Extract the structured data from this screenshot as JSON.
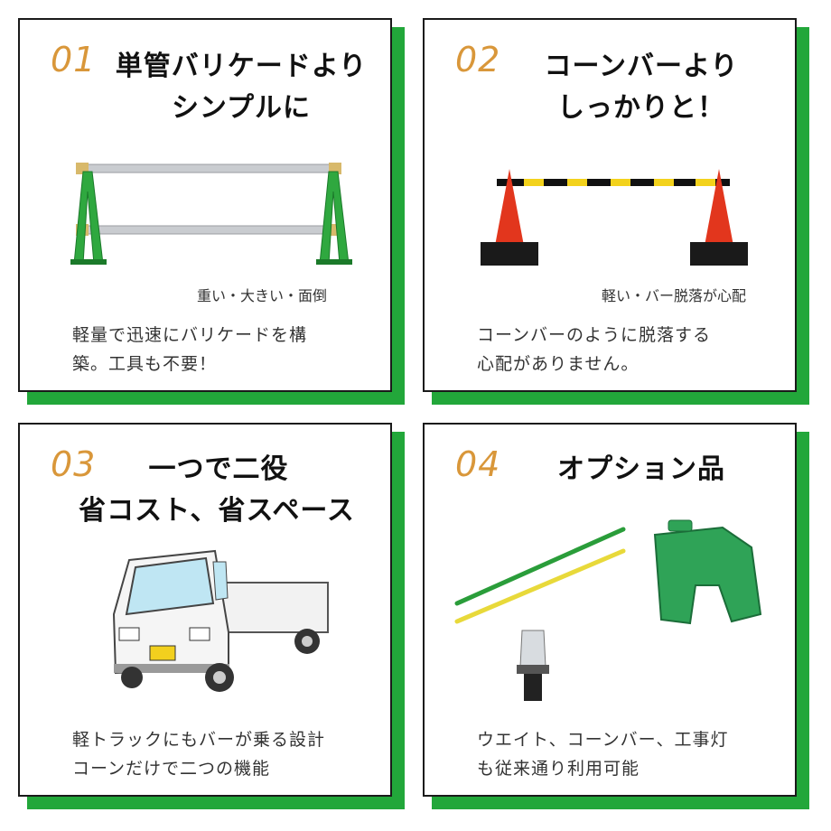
{
  "colors": {
    "green": "#22a73a",
    "orange": "#d9973a",
    "cone": "#e2361d"
  },
  "cards": [
    {
      "number": "01",
      "title_line1": "単管バリケードより",
      "title_line2": "シンプルに",
      "caption": "重い・大きい・面倒",
      "body_line1": "軽量で迅速にバリケードを構",
      "body_line2": "築。工具も不要！",
      "image_icon": "pipe-barricade-icon"
    },
    {
      "number": "02",
      "title_line1": "コーンバーより",
      "title_line2": "しっかりと！",
      "caption": "軽い・バー脱落が心配",
      "body_line1": "コーンバーのように脱落する",
      "body_line2": "心配がありません。",
      "image_icon": "cone-bar-icon"
    },
    {
      "number": "03",
      "title_line1": "一つで二役",
      "title_line2": "省コスト、省スペース",
      "caption": "",
      "body_line1": "軽トラックにもバーが乗る設計",
      "body_line2": "コーンだけで二つの機能",
      "image_icon": "kei-truck-icon"
    },
    {
      "number": "04",
      "title_line1": "オプション品",
      "title_line2": "",
      "caption": "",
      "body_line1": "ウエイト、コーンバー、工事灯",
      "body_line2": "も従来通り利用可能",
      "image_icon": "options-icon"
    }
  ]
}
